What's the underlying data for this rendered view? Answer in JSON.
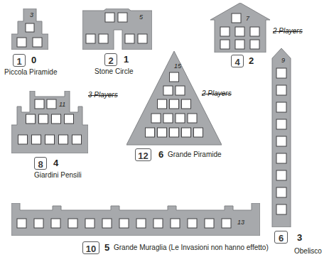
{
  "diagram": {
    "nodes": [
      {
        "text": [
          "3"
        ]
      },
      {
        "text": [
          "1"
        ]
      },
      {
        "text": [
          "5"
        ]
      },
      {
        "text": [
          "2"
        ]
      },
      {
        "text": [
          "7"
        ]
      },
      {
        "text": [
          "4"
        ]
      },
      {
        "text": [
          "11"
        ]
      },
      {
        "text": [
          "8"
        ]
      },
      {
        "text": [
          "15"
        ]
      },
      {
        "text": [
          "12"
        ]
      },
      {
        "text": [
          "9"
        ]
      },
      {
        "text": [
          "6"
        ]
      },
      {
        "text": [
          "13"
        ]
      },
      {
        "text": [
          "10"
        ]
      }
    ],
    "labels": [
      "0",
      "Piccola Piramide",
      "1",
      "Stone Circle",
      "2",
      "2 Players",
      "4",
      "3 Players",
      "Giardini Pensili",
      "6",
      "Grande Piramide",
      "2 Players",
      "3",
      "Obelisco",
      "5",
      "Grande Muraglia (Le Invasioni non hanno effetto)"
    ]
  }
}
